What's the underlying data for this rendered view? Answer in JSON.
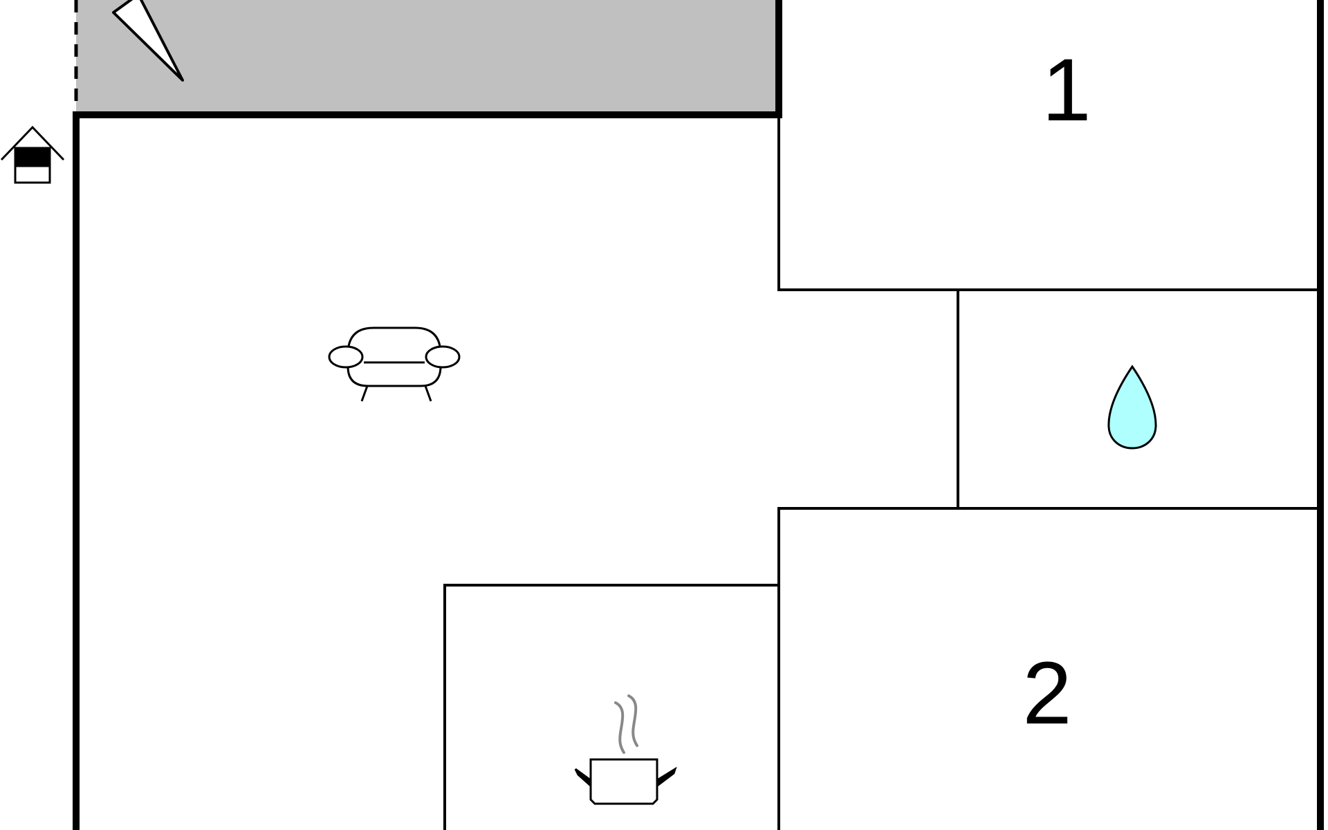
{
  "floorplan": {
    "colors": {
      "background": "#ffffff",
      "wall": "#000000",
      "terrace": "#c0c0c0",
      "water": "#b0ffff",
      "steam": "#888888"
    },
    "rooms": [
      {
        "id": "bedroom-1",
        "label": "1"
      },
      {
        "id": "bedroom-2",
        "label": "2"
      }
    ],
    "icons": [
      "entrance-icon",
      "compass-arrow-icon",
      "sofa-icon",
      "water-drop-icon",
      "cooking-pot-icon"
    ]
  }
}
